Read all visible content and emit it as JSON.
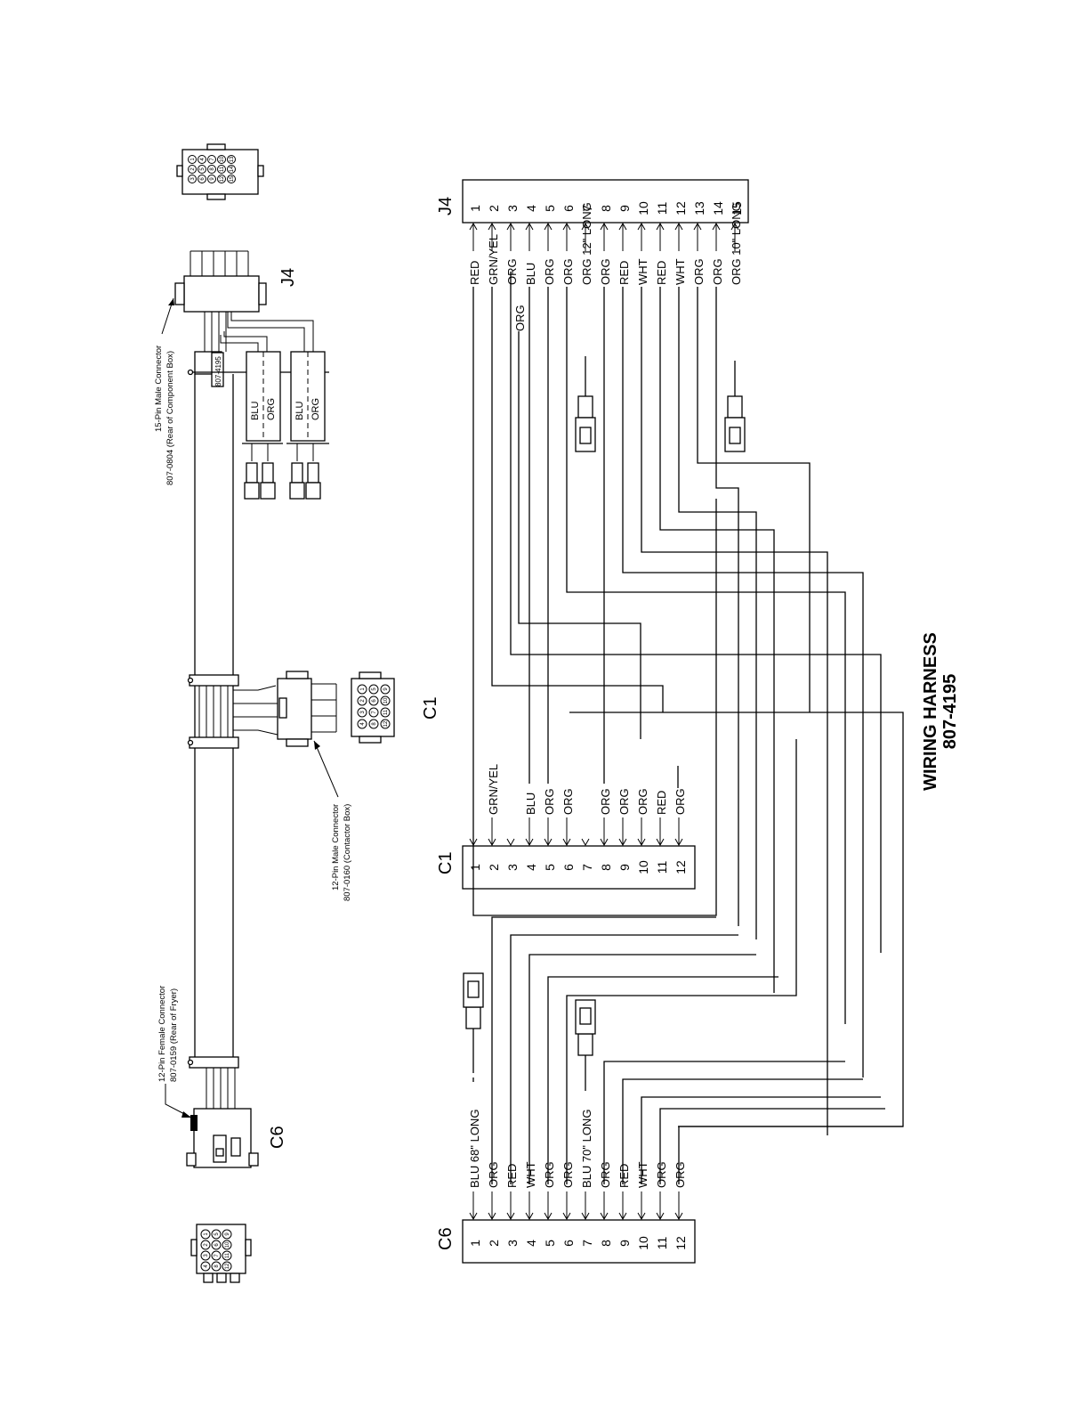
{
  "diagram": {
    "title": "WIRING HARNESS",
    "part_number": "807-4195"
  },
  "connectors": {
    "j4": {
      "label": "J4",
      "pins": [
        "1",
        "2",
        "3",
        "4",
        "5",
        "6",
        "7",
        "8",
        "9",
        "10",
        "11",
        "12",
        "13",
        "14",
        "15"
      ],
      "wires": [
        "RED",
        "GRN/YEL",
        "ORG",
        "BLU",
        "ORG",
        "ORG",
        "ORG 12\" LONG",
        "ORG",
        "RED",
        "WHT",
        "RED",
        "WHT",
        "ORG",
        "ORG",
        "ORG 10\" LONG"
      ],
      "extra_wire": "ORG"
    },
    "c1": {
      "label": "C1",
      "pins": [
        "1",
        "2",
        "3",
        "4",
        "5",
        "6",
        "7",
        "8",
        "9",
        "10",
        "11",
        "12"
      ],
      "wires": [
        "",
        "GRN/YEL",
        "",
        "BLU",
        "ORG",
        "ORG",
        "",
        "ORG",
        "ORG",
        "ORG",
        "RED",
        "ORG"
      ]
    },
    "c6": {
      "label": "C6",
      "pins": [
        "1",
        "2",
        "3",
        "4",
        "5",
        "6",
        "7",
        "8",
        "9",
        "10",
        "11",
        "12"
      ],
      "wires": [
        "BLU 68\" LONG",
        "ORG",
        "RED",
        "WHT",
        "ORG",
        "ORG",
        "BLU 70\" LONG",
        "ORG",
        "RED",
        "WHT",
        "ORG",
        "ORG"
      ]
    }
  },
  "pictorial": {
    "j4_callout_line1": "15-Pin Male Connector",
    "j4_callout_line2": "807-0804 (Rear of Component Box)",
    "c1_callout_line1": "12-Pin Male Connector",
    "c1_callout_line2": "807-0160 (Contactor Box)",
    "c6_callout_line1": "12-Pin Female Connector",
    "c6_callout_line2": "807-0159 (Rear of Fryer)",
    "tag_label": "807-4195",
    "lead_labels": [
      "BLU",
      "ORG",
      "BLU",
      "ORG"
    ],
    "j4_face_pins": [
      "1",
      "2",
      "3",
      "4",
      "5",
      "6",
      "7",
      "8",
      "9",
      "10",
      "11",
      "12",
      "13",
      "14",
      "15"
    ],
    "c1_face_pins": [
      "1",
      "2",
      "3",
      "4",
      "5",
      "6",
      "7",
      "8",
      "9",
      "10",
      "11",
      "12"
    ],
    "c6_face_pins": [
      "1",
      "2",
      "3",
      "4",
      "5",
      "6",
      "7",
      "8",
      "9",
      "10",
      "11",
      "12"
    ]
  }
}
